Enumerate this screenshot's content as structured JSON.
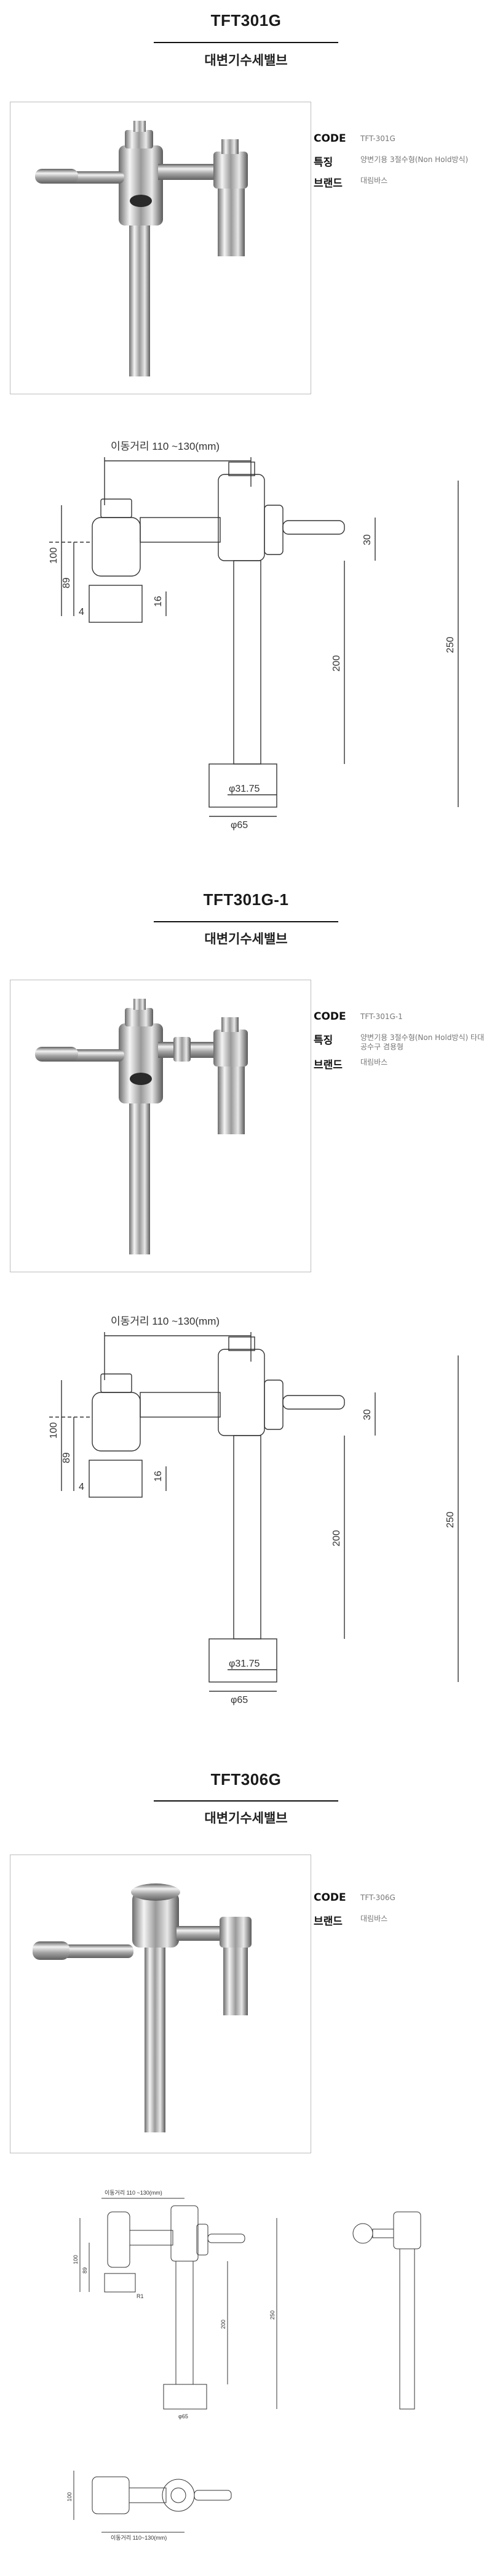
{
  "products": [
    {
      "model": "TFT301G",
      "category": "대변기수세밸브",
      "specs": [
        {
          "key": "CODE",
          "value": "TFT-301G"
        },
        {
          "key": "특징",
          "value": "양변기용 3절수형(Non Hold방식)"
        },
        {
          "key": "브랜드",
          "value": "대림바스"
        }
      ],
      "drawing": {
        "travel_label": "이동거리 110 ~130(mm)",
        "dims": [
          "100",
          "89",
          "16",
          "4",
          "30",
          "200",
          "250",
          "φ31.75",
          "φ65"
        ]
      }
    },
    {
      "model": "TFT301G-1",
      "category": "대변기수세밸브",
      "specs": [
        {
          "key": "CODE",
          "value": "TFT-301G-1"
        },
        {
          "key": "특징",
          "value": "양변기용 3절수형(Non Hold방식) 타대공수구 겸용형"
        },
        {
          "key": "브랜드",
          "value": "대림바스"
        }
      ],
      "drawing": {
        "travel_label": "이동거리 110 ~130(mm)",
        "dims": [
          "100",
          "89",
          "16",
          "4",
          "30",
          "200",
          "250",
          "φ31.75",
          "φ65"
        ]
      }
    },
    {
      "model": "TFT306G",
      "category": "대변기수세밸브",
      "specs": [
        {
          "key": "CODE",
          "value": "TFT-306G"
        },
        {
          "key": "브랜드",
          "value": "대림바스"
        }
      ],
      "drawing": {
        "travel_label": "이동거리 110 ~130(mm)",
        "bottom_label": "이동거리 110~130(mm)",
        "dims": [
          "100",
          "89",
          "R1",
          "200",
          "250",
          "φ65",
          "100"
        ]
      }
    }
  ]
}
